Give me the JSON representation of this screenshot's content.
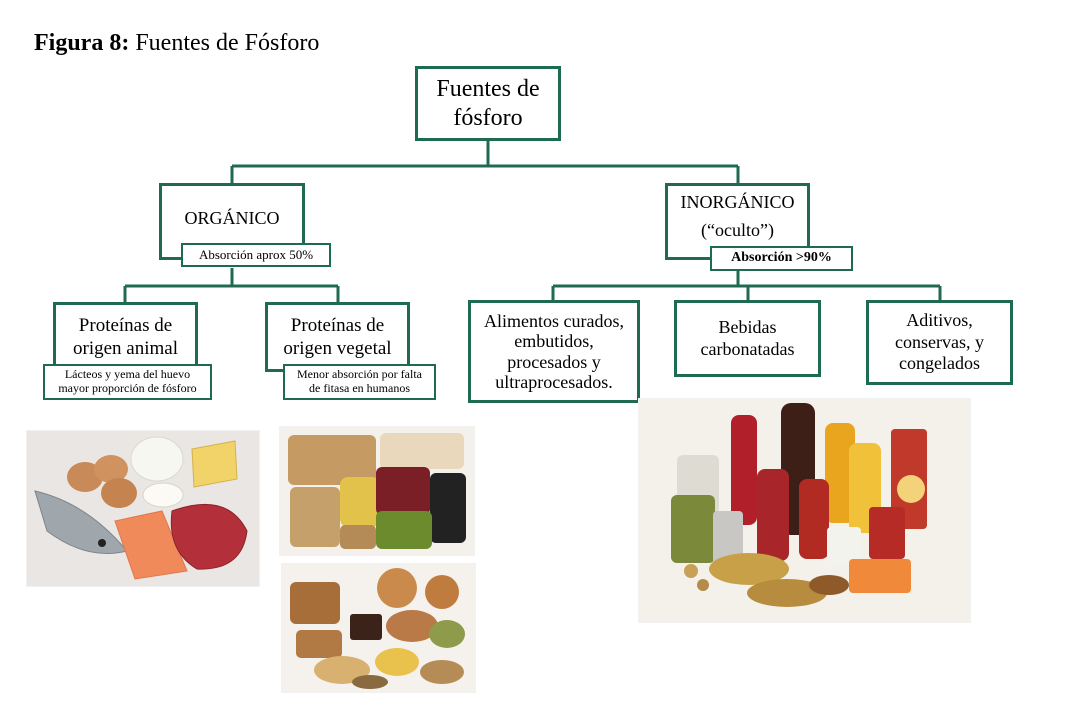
{
  "figure": {
    "label": "Figura 8:",
    "title": "Fuentes de Fósforo"
  },
  "root": {
    "line1": "Fuentes de",
    "line2": "fósforo"
  },
  "organico": {
    "label": "ORGÁNICO",
    "absorption": "Absorción aprox 50%"
  },
  "inorganico": {
    "line1": "INORGÁNICO",
    "line2": "(“oculto”)",
    "absorption": "Absorción >90%"
  },
  "animal": {
    "line1": "Proteínas de",
    "line2": "origen animal",
    "note1": "Lácteos y yema del huevo",
    "note2": "mayor proporción de fósforo"
  },
  "vegetal": {
    "line1": "Proteínas de",
    "line2": "origen vegetal",
    "note1": "Menor absorción por falta",
    "note2": "de fitasa en humanos"
  },
  "curados": {
    "line1": "Alimentos curados,",
    "line2": "embutidos,",
    "line3": "procesados y",
    "line4": "ultraprocesados."
  },
  "bebidas": {
    "line1": "Bebidas",
    "line2": "carbonatadas"
  },
  "aditivos": {
    "line1": "Aditivos,",
    "line2": "conservas,  y",
    "line3": "congelados"
  },
  "colors": {
    "border": "#1f6b52",
    "connector": "#1f6b52"
  },
  "images": [
    "animal-protein-photo",
    "legumes-photo",
    "grains-nuts-photo",
    "processed-foods-photo"
  ]
}
